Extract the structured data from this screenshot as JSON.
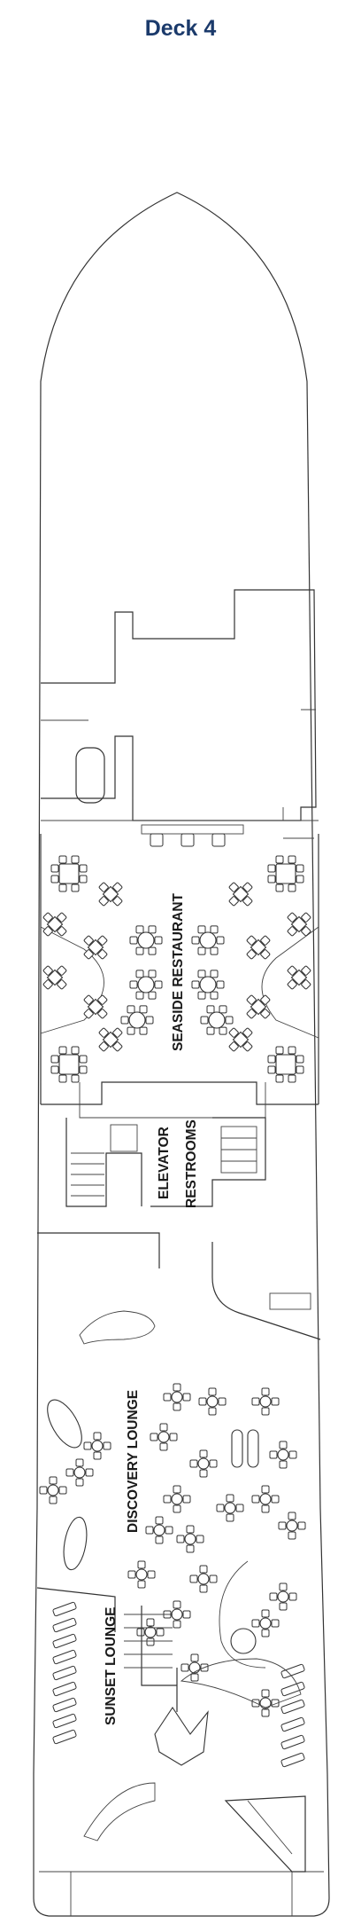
{
  "title": "Deck 4",
  "colors": {
    "title": "#1b3a6b",
    "lines": "#333333"
  },
  "labels": {
    "seaside": "SEASIDE RESTAURANT",
    "elevator": "ELEVATOR",
    "restrooms": "RESTROOMS",
    "discovery": "DISCOVERY LOUNGE",
    "sunset": "SUNSET LOUNGE"
  }
}
